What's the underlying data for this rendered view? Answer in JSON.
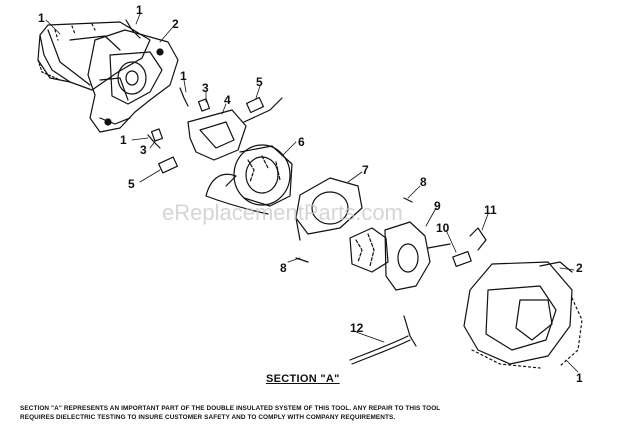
{
  "callouts": [
    "1",
    "1",
    "2",
    "1",
    "3",
    "4",
    "5",
    "1",
    "3",
    "5",
    "6",
    "7",
    "8",
    "9",
    "11",
    "10",
    "8",
    "2",
    "12",
    "1"
  ],
  "section_title": "SECTION \"A\"",
  "footer_note": "SECTION \"A\" REPRESENTS AN IMPORTANT PART OF THE DOUBLE INSULATED SYSTEM OF THIS TOOL.  ANY REPAIR TO THIS TOOL\nREQUIRES DIELECTRIC TESTING TO INSURE CUSTOMER SAFETY AND TO COMPLY WITH COMPANY REQUIREMENTS.",
  "watermark": "eReplacementParts.com",
  "colors": {
    "ink": "#111111",
    "background": "#ffffff",
    "watermark": "#c8c8c8"
  }
}
